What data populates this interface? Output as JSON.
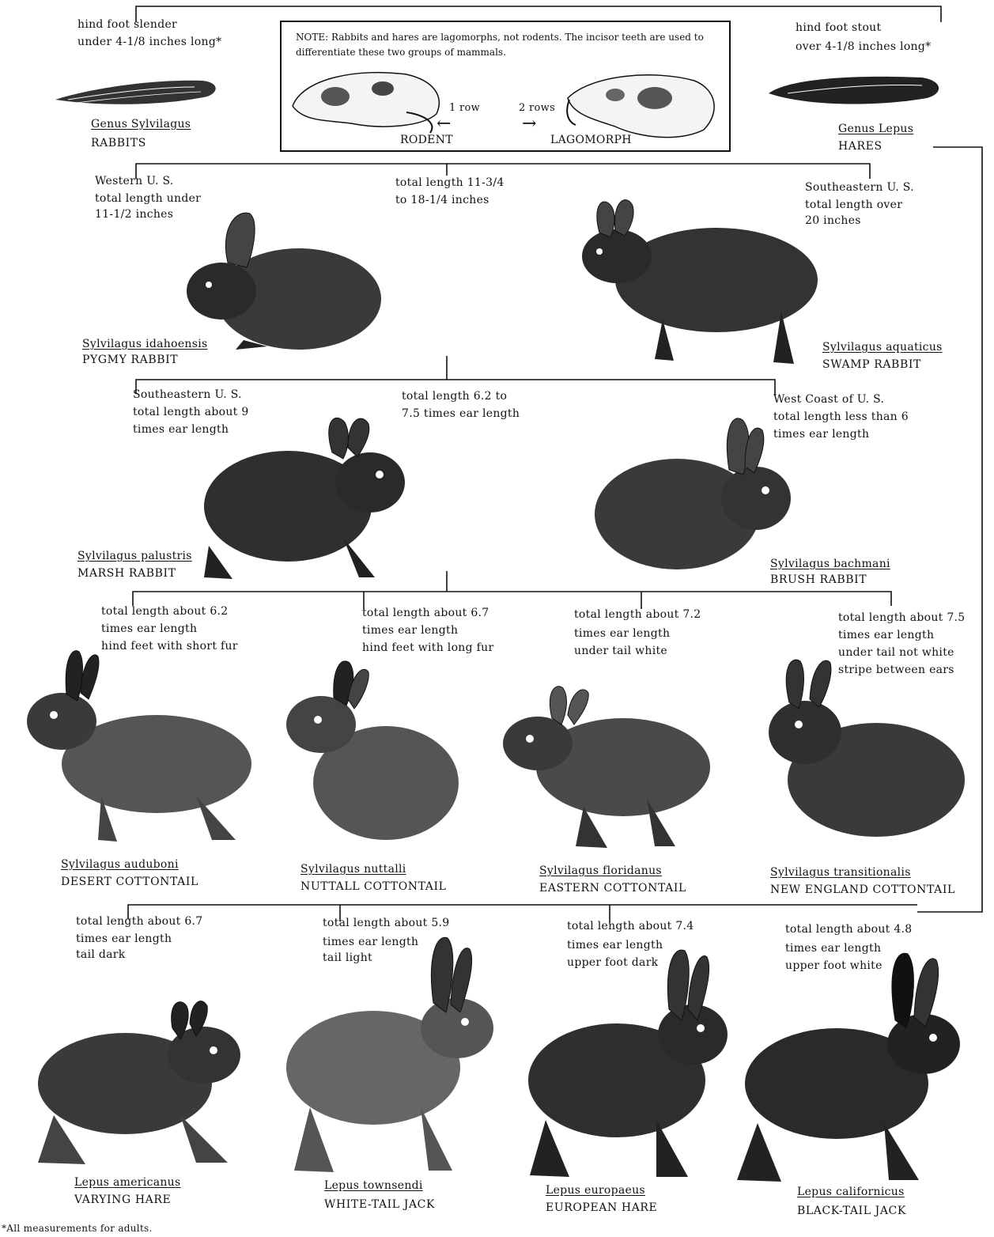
{
  "top_left": {
    "criteria": [
      "hind foot slender",
      "under 4-1/8 inches long*"
    ],
    "genus": "Genus Sylvilagus",
    "group": "RABBITS"
  },
  "top_right": {
    "criteria": [
      "hind foot stout",
      "over 4-1/8 inches long*"
    ],
    "genus": "Genus Lepus",
    "group": "HARES"
  },
  "note": {
    "text": "NOTE: Rabbits and hares are lagomorphs, not rodents. The incisor teeth are used to differentiate these two groups of mammals.",
    "rodent_rows": "1 row",
    "lagomorph_rows": "2 rows",
    "rodent_label": "RODENT",
    "lagomorph_label": "LAGOMORPH"
  },
  "split1": {
    "left": [
      "Western U. S.",
      "total length under",
      "11-1/2 inches"
    ],
    "middle": [
      "total length 11-3/4",
      "to 18-1/4 inches"
    ],
    "right": [
      "Southeastern U. S.",
      "total length over",
      "20 inches"
    ]
  },
  "pygmy": {
    "sci": "Sylvilagus idahoensis",
    "common": "PYGMY RABBIT"
  },
  "swamp": {
    "sci": "Sylvilagus aquaticus",
    "common": "SWAMP RABBIT"
  },
  "split2": {
    "left": [
      "Southeastern U. S.",
      "total length about 9",
      "times ear length"
    ],
    "middle": [
      "total length 6.2 to",
      "7.5 times ear length"
    ],
    "right": [
      "West Coast of U. S.",
      "total length less than 6",
      "times ear length"
    ]
  },
  "marsh": {
    "sci": "Sylvilagus palustris",
    "common": "MARSH RABBIT"
  },
  "brush": {
    "sci": "Sylvilagus bachmani",
    "common": "BRUSH RABBIT"
  },
  "split3": {
    "c1": [
      "total length about 6.2",
      "times ear length",
      "hind feet with short fur"
    ],
    "c2": [
      "total length about 6.7",
      "times ear length",
      "hind feet with long fur"
    ],
    "c3": [
      "total length about 7.2",
      "times ear length",
      "under tail white"
    ],
    "c4": [
      "total length about 7.5",
      "times ear length",
      "under tail not white",
      "stripe between ears"
    ]
  },
  "desert": {
    "sci": "Sylvilagus auduboni",
    "common": "DESERT COTTONTAIL"
  },
  "nuttall": {
    "sci": "Sylvilagus nuttalli",
    "common": "NUTTALL COTTONTAIL"
  },
  "eastern": {
    "sci": "Sylvilagus floridanus",
    "common": "EASTERN  COTTONTAIL"
  },
  "newengland": {
    "sci": "Sylvilagus transitionalis",
    "common": "NEW ENGLAND COTTONTAIL"
  },
  "split4": {
    "c1": [
      "total length about 6.7",
      "times ear length",
      "tail dark"
    ],
    "c2": [
      "total length about 5.9",
      "times ear length",
      "tail light"
    ],
    "c3": [
      "total length about 7.4",
      "times ear length",
      "upper foot dark"
    ],
    "c4": [
      "total length about 4.8",
      "times ear length",
      "upper foot white"
    ]
  },
  "varying": {
    "sci": "Lepus americanus",
    "common": "VARYING HARE"
  },
  "whitetail": {
    "sci": "Lepus townsendi",
    "common": "WHITE-TAIL JACK"
  },
  "european": {
    "sci": "Lepus europaeus",
    "common": "EUROPEAN HARE"
  },
  "blacktail": {
    "sci": "Lepus californicus",
    "common": "BLACK-TAIL JACK"
  },
  "footnote": "*All measurements for adults."
}
